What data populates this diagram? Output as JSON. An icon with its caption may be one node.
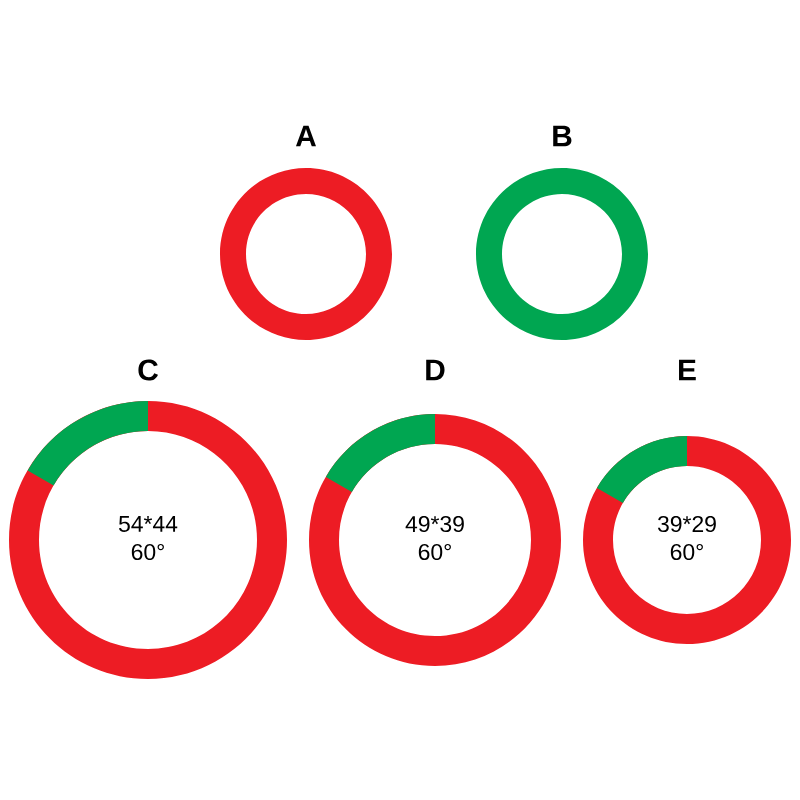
{
  "diagram": {
    "nodes": [
      {
        "text": [
          "A"
        ]
      },
      {
        "text": [
          "B"
        ]
      },
      {
        "text": [
          "C",
          "54*44",
          "60°"
        ]
      },
      {
        "text": [
          "D",
          "49*39",
          "60°"
        ]
      },
      {
        "text": [
          "E",
          "39*29",
          "60°"
        ]
      }
    ]
  }
}
